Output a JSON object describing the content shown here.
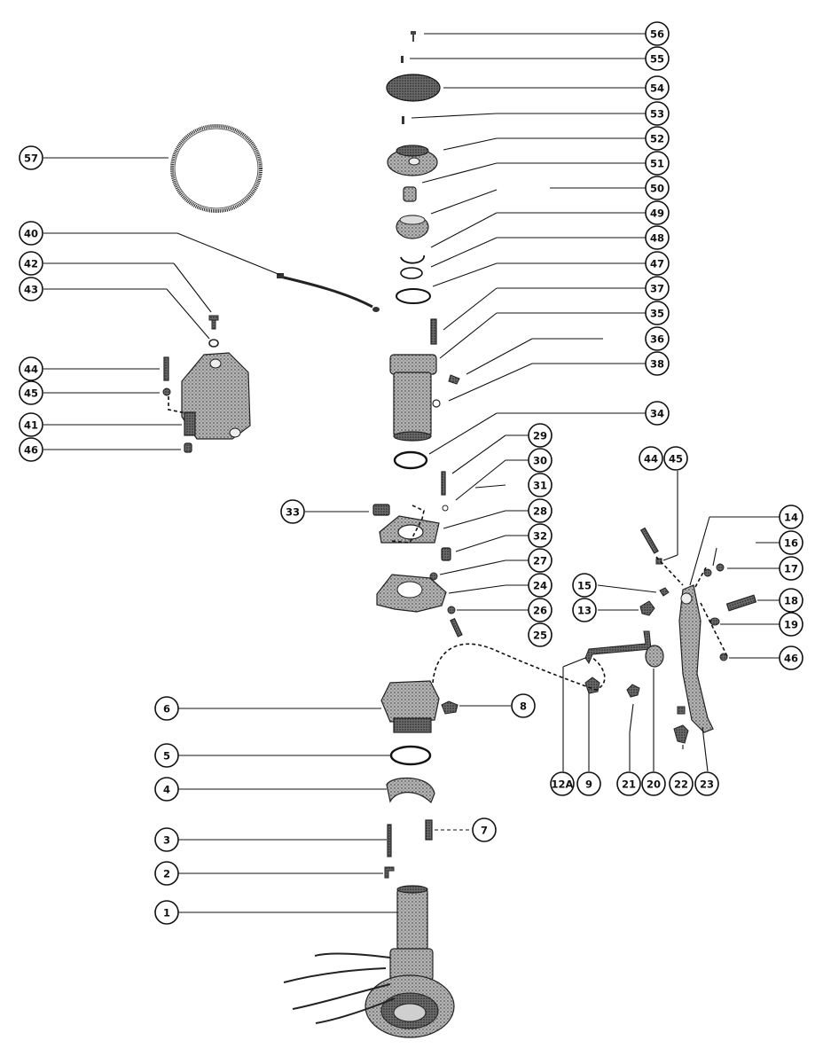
{
  "diagram": {
    "type": "exploded-parts-view",
    "colors": {
      "ink": "#111111",
      "part_shade": "#8a8a8a",
      "part_dark": "#3a3a3a",
      "background": "#ffffff"
    },
    "callouts": [
      "56",
      "55",
      "54",
      "53",
      "52",
      "51",
      "50",
      "49",
      "48",
      "47",
      "37",
      "35",
      "36",
      "38",
      "34",
      "29",
      "30",
      "31",
      "28",
      "32",
      "27",
      "24",
      "26",
      "25",
      "33",
      "57",
      "40",
      "42",
      "43",
      "44",
      "45",
      "41",
      "46",
      "14",
      "16",
      "17",
      "18",
      "19",
      "15",
      "13",
      "12A",
      "9",
      "21",
      "20",
      "22",
      "23",
      "6",
      "8",
      "5",
      "4",
      "3",
      "7",
      "2",
      "1"
    ]
  }
}
